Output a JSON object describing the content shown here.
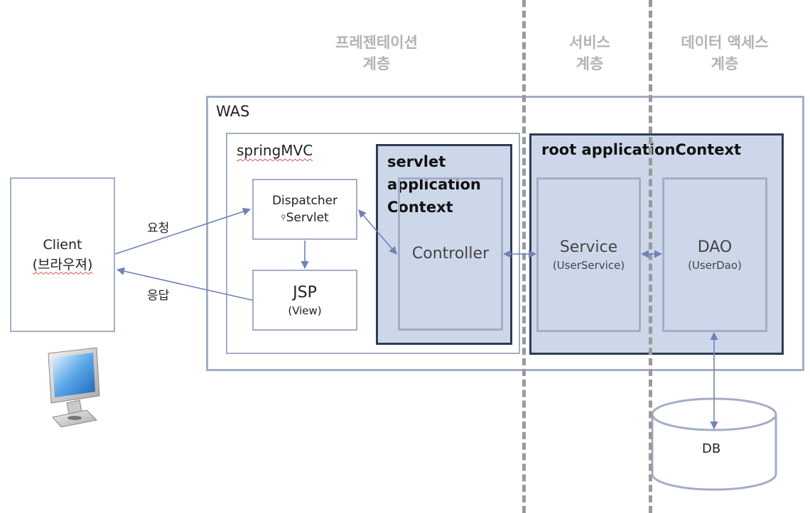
{
  "layers": {
    "presentation": [
      "프레젠테이션",
      "계층"
    ],
    "service": [
      "서비스",
      "계층"
    ],
    "data_access": [
      "데이터 액세스",
      "계층"
    ]
  },
  "was": {
    "label": "WAS"
  },
  "spring_mvc": {
    "label": "springMVC"
  },
  "servlet_context": {
    "line1": "servlet",
    "line2": "application",
    "line3": "Context"
  },
  "root_context": {
    "label": "root applicationContext"
  },
  "client": {
    "line1": "Client",
    "line2": "(브라우져)"
  },
  "dispatcher": {
    "line1": "Dispatcher",
    "line2": "Servlet"
  },
  "jsp": {
    "title": "JSP",
    "subtitle": "(View)"
  },
  "controller": {
    "label": "Controller"
  },
  "service": {
    "title": "Service",
    "subtitle": "(UserService)"
  },
  "dao": {
    "title": "DAO",
    "subtitle": "(UserDao)"
  },
  "db": {
    "label": "DB"
  },
  "arrows": {
    "request": "요청",
    "response": "응답"
  },
  "icons": {
    "computer": "computer-monitor-icon"
  },
  "colors": {
    "box_border": "#a3aec4",
    "context_fill": "#cdd7ea",
    "context_border": "#2f3a55",
    "arrow": "#6f83b5",
    "layer_text": "#b3b3b3",
    "divider": "#9a9a9a"
  }
}
